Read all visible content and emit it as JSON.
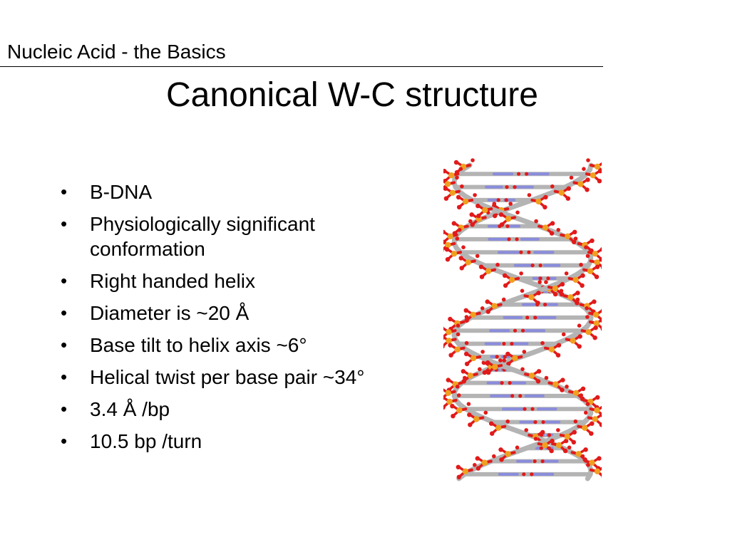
{
  "header": {
    "title": "Nucleic Acid - the Basics"
  },
  "slide": {
    "title": "Canonical W-C structure",
    "bullet_marker": "•",
    "bullets": [
      "B-DNA",
      "Physiologically significant conformation",
      "Right handed helix",
      "Diameter is ~20 Å",
      "Base tilt to helix axis ~6°",
      "Helical twist per base pair ~34°",
      "3.4 Å /bp",
      "10.5 bp /turn"
    ]
  },
  "figure": {
    "subject": "B-DNA double helix stick model",
    "colors": {
      "carbon": "#b4b4b4",
      "oxygen": "#e11a1a",
      "phosphorus": "#f0a020",
      "nitrogen": "#8a8cdc"
    }
  }
}
